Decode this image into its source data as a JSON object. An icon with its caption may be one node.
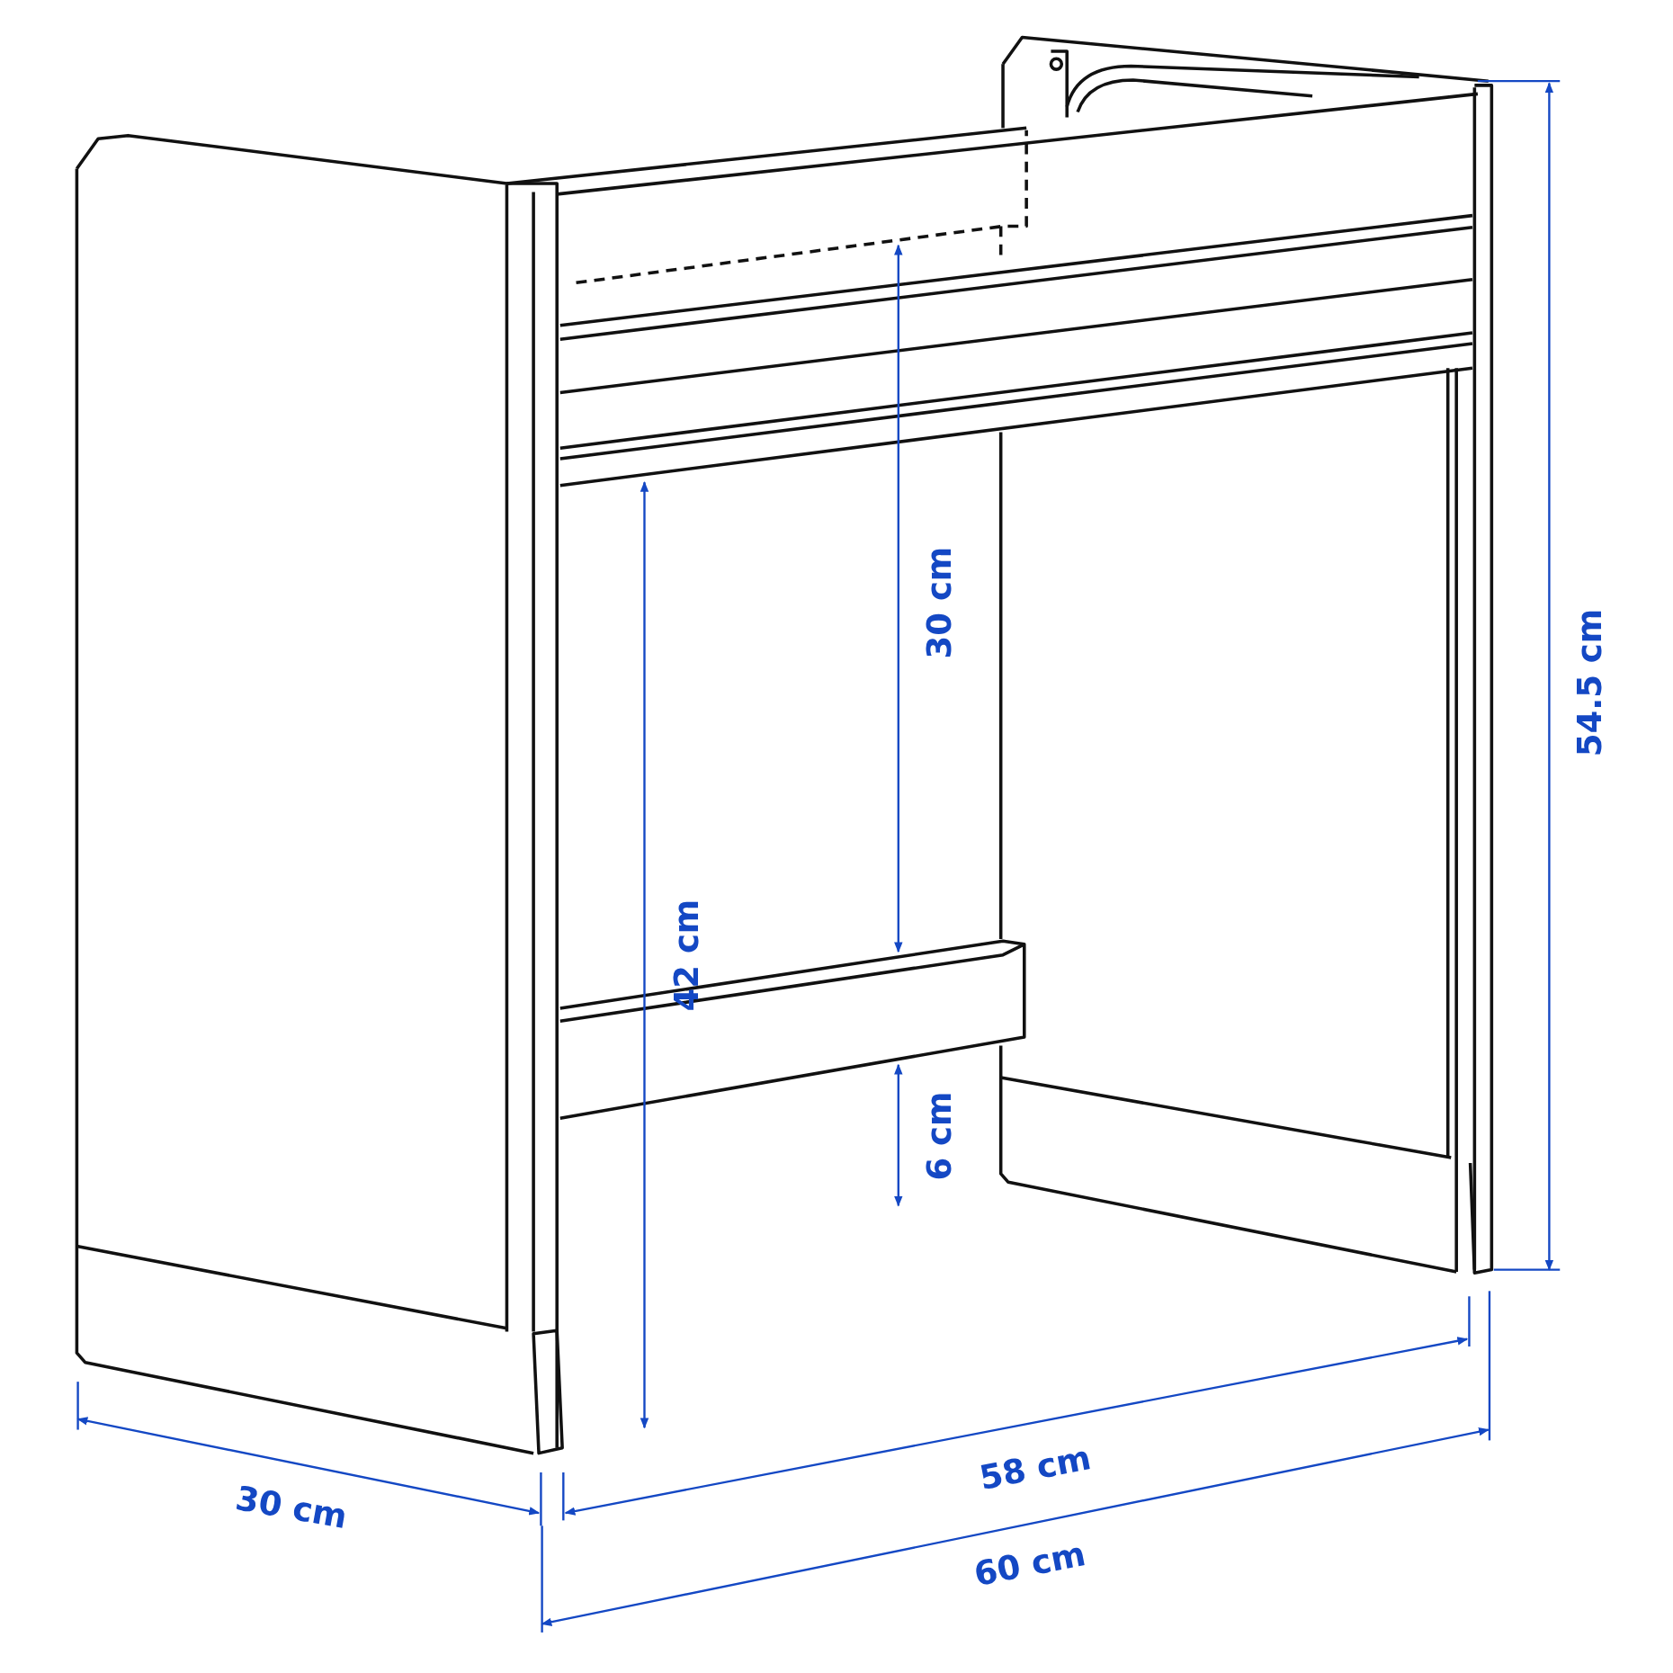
{
  "diagram": {
    "labels": [
      "30 cm",
      "54.5 cm",
      "42 cm",
      "6 cm",
      "58 cm",
      "30 cm",
      "60 cm"
    ]
  }
}
